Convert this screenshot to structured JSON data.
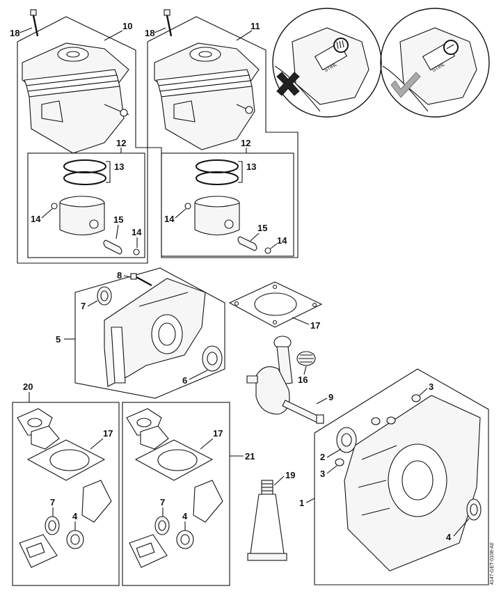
{
  "labels": {
    "l18a": "18",
    "l10": "10",
    "l18b": "18",
    "l11": "11",
    "l12a": "12",
    "l13a": "13",
    "l14a": "14",
    "l15a": "15",
    "l14b": "14",
    "l12b": "12",
    "l13b": "13",
    "l14c": "14",
    "l15b": "15",
    "l14d": "14",
    "l8": "8",
    "l7a": "7",
    "l5": "5",
    "l6": "6",
    "l17a": "17",
    "l16": "16",
    "l9": "9",
    "l20": "20",
    "l17b": "17",
    "l7b": "7",
    "l4a": "4",
    "l17c": "17",
    "l21": "21",
    "l7c": "7",
    "l4b": "4",
    "l19": "19",
    "l3a": "3",
    "l2": "2",
    "l3b": "3",
    "l1": "1",
    "l4c": "4"
  },
  "inset": {
    "brand_a": "STIHL",
    "brand_b": "STIHL"
  },
  "drawing_code": "4147-GET-0108-A0",
  "colors": {
    "line": "#111111",
    "fill": "#f6f6f6",
    "mark_bad": "#222222",
    "mark_good": "#aaaaaa"
  }
}
